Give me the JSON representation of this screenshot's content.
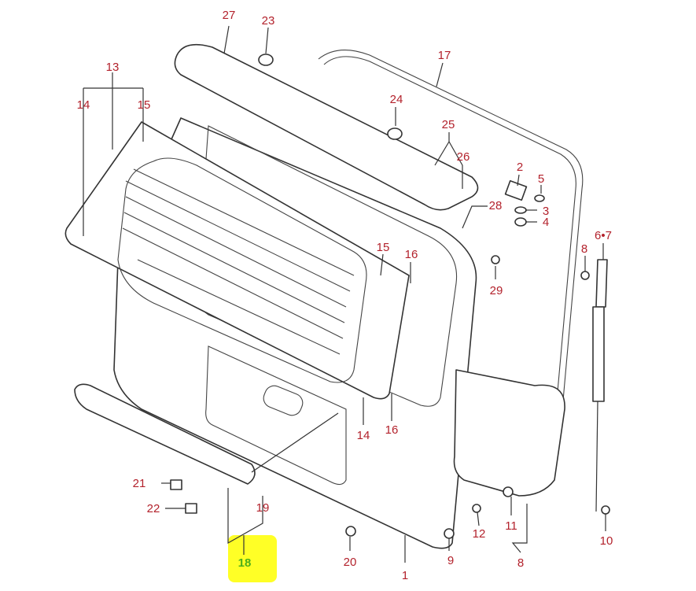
{
  "diagram": {
    "title": "Back door (tailgate) parts diagram",
    "label_color": "#b3222c",
    "highlight_color": "#ffff00",
    "highlighted_part": "18",
    "callouts": [
      "27",
      "23",
      "17",
      "13",
      "14",
      "15",
      "24",
      "25",
      "26",
      "2",
      "5",
      "3",
      "4",
      "28",
      "6•7",
      "8",
      "29",
      "15",
      "16",
      "14",
      "16",
      "21",
      "22",
      "19",
      "18",
      "20",
      "1",
      "9",
      "12",
      "11",
      "8",
      "10"
    ]
  }
}
